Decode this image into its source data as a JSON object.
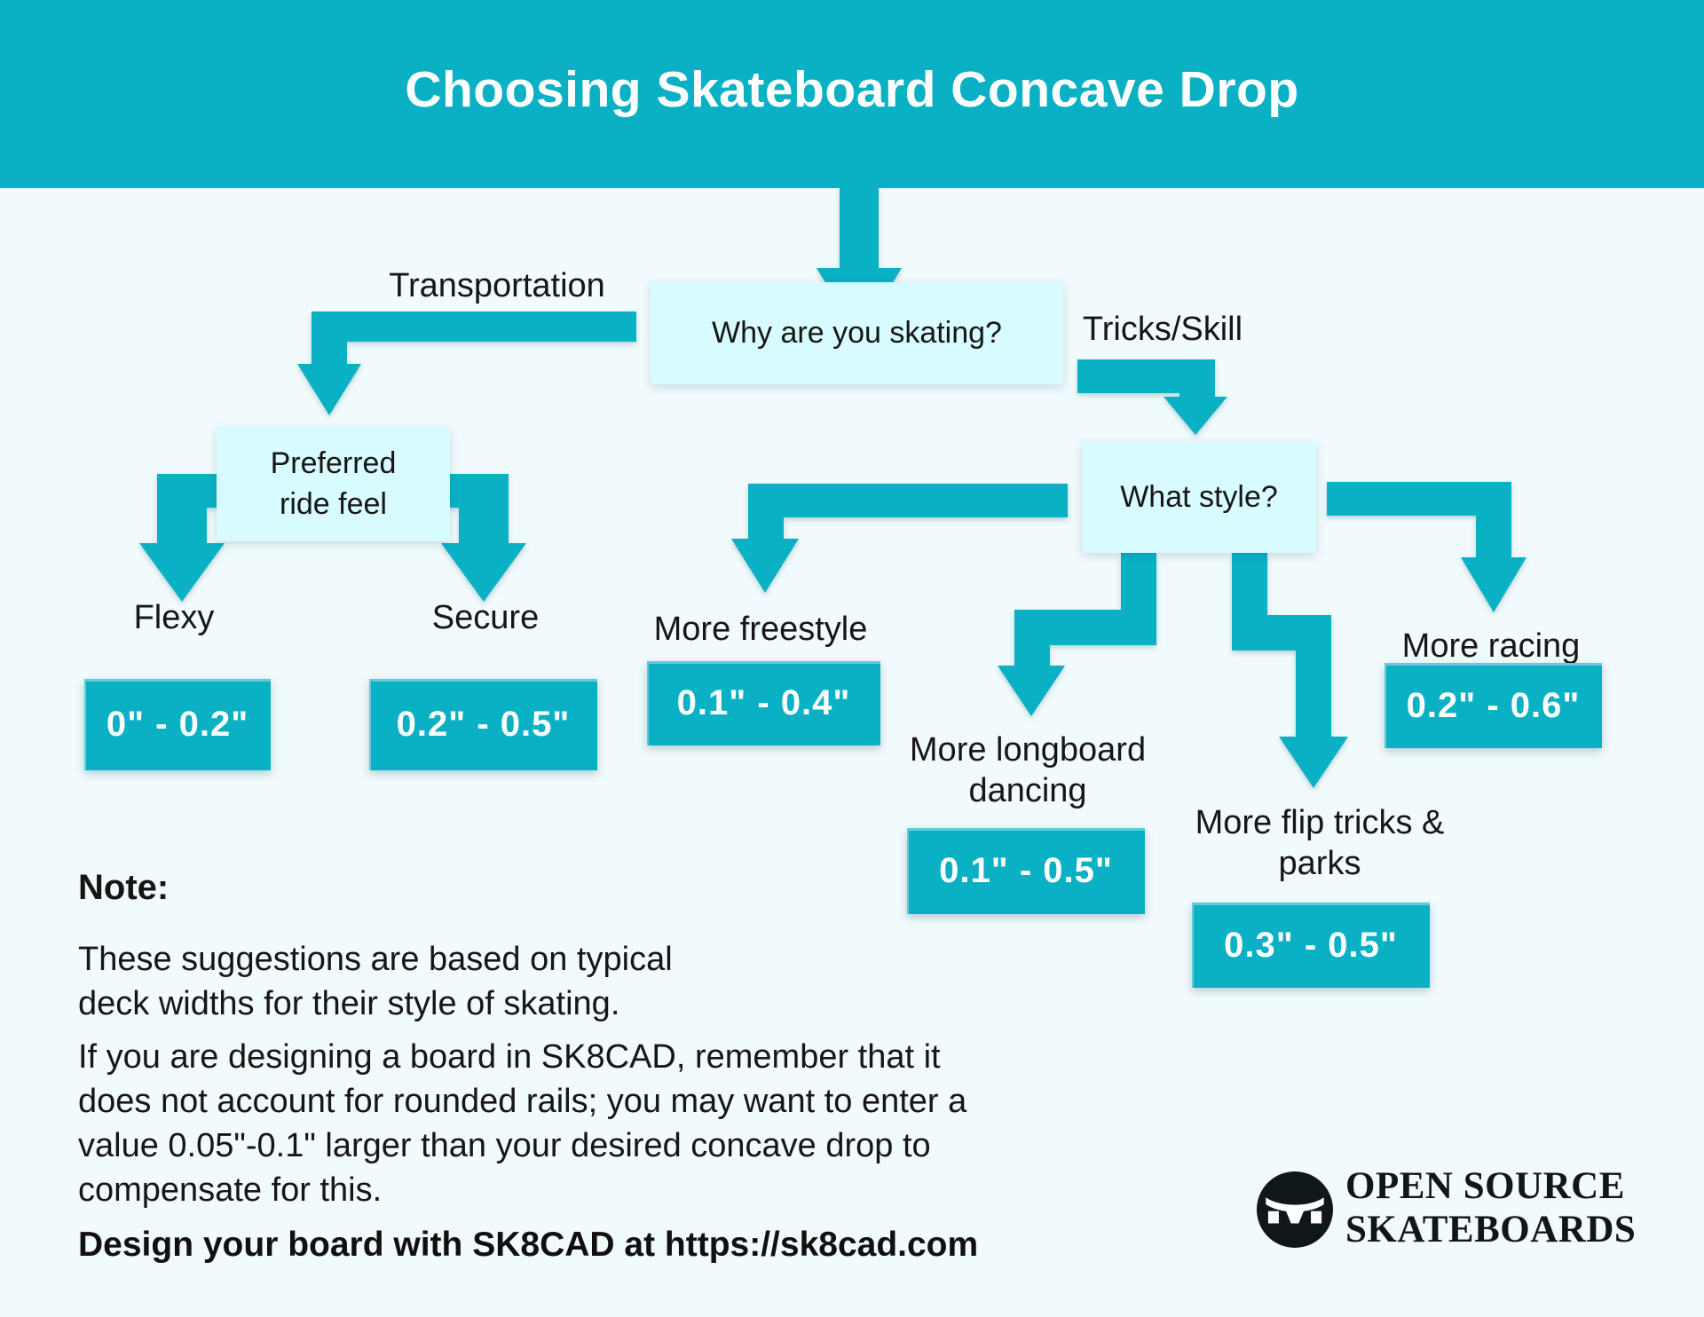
{
  "title": "Choosing Skateboard Concave Drop",
  "colors": {
    "accent_teal": "#0ab1c5",
    "node_fill": "#d7fbfe",
    "background": "#f1fafc",
    "text": "#161616"
  },
  "flowchart": {
    "root_question": "Why are you skating?",
    "branch_left_label": "Transportation",
    "branch_right_label": "Tricks/Skill",
    "left_question": "Preferred ride feel",
    "right_question": "What style?",
    "outcomes": [
      {
        "label": "Flexy",
        "range": "0\" - 0.2\""
      },
      {
        "label": "Secure",
        "range": "0.2\" - 0.5\""
      },
      {
        "label": "More freestyle",
        "range": "0.1\" - 0.4\""
      },
      {
        "label": "More longboard dancing",
        "range": "0.1\" - 0.5\""
      },
      {
        "label": "More flip tricks & parks",
        "range": "0.3\" - 0.5\""
      },
      {
        "label": "More racing",
        "range": "0.2\" - 0.6\""
      }
    ]
  },
  "note": {
    "heading": "Note:",
    "paragraph1": "These suggestions are based on typical deck widths for their style of skating.",
    "paragraph2": "If you are designing a board in SK8CAD, remember that it does not account for rounded rails; you may want to enter a value 0.05\"-0.1\" larger than your desired concave drop to compensate for this."
  },
  "footer": {
    "cta": "Design your board with SK8CAD at https://sk8cad.com",
    "logo_line1": "OPEN SOURCE",
    "logo_line2": "SKATEBOARDS"
  }
}
